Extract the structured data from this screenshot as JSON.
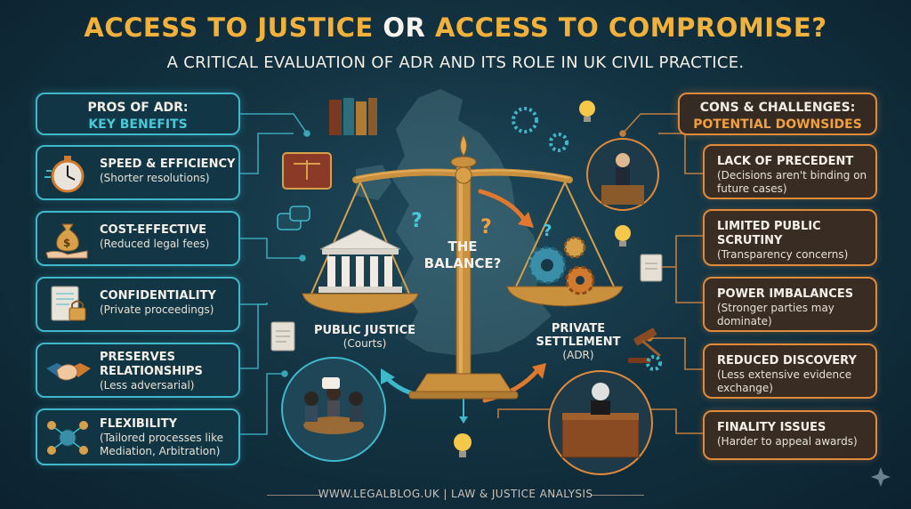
{
  "header": {
    "title_part1": "ACCESS TO JUSTICE",
    "title_mid": "OR",
    "title_part2": "ACCESS TO COMPROMISE?",
    "subtitle": "A CRITICAL EVALUATION OF ADR AND ITS ROLE IN UK CIVIL PRACTICE."
  },
  "pros": {
    "heading_line1": "PROS OF ADR:",
    "heading_line2": "KEY BENEFITS",
    "items": [
      {
        "title": "SPEED & EFFICIENCY",
        "desc": "(Shorter resolutions)",
        "icon": "stopwatch-icon"
      },
      {
        "title": "COST-EFFECTIVE",
        "desc": "(Reduced legal fees)",
        "icon": "money-bag-icon"
      },
      {
        "title": "CONFIDENTIALITY",
        "desc": "(Private proceedings)",
        "icon": "locked-document-icon"
      },
      {
        "title": "PRESERVES RELATIONSHIPS",
        "desc": "(Less adversarial)",
        "icon": "handshake-icon"
      },
      {
        "title": "FLEXIBILITY",
        "desc": "(Tailored processes like Mediation, Arbitration)",
        "icon": "network-people-icon"
      }
    ]
  },
  "cons": {
    "heading_line1": "CONS & CHALLENGES:",
    "heading_line2": "POTENTIAL DOWNSIDES",
    "items": [
      {
        "title": "LACK OF PRECEDENT",
        "desc": "(Decisions aren't binding on future cases)"
      },
      {
        "title": "LIMITED PUBLIC SCRUTINY",
        "desc": "(Transparency concerns)"
      },
      {
        "title": "POWER IMBALANCES",
        "desc": "(Stronger parties may dominate)"
      },
      {
        "title": "REDUCED DISCOVERY",
        "desc": "(Less extensive evidence exchange)"
      },
      {
        "title": "FINALITY ISSUES",
        "desc": "(Harder to appeal awards)"
      }
    ]
  },
  "center": {
    "balance_line1": "THE",
    "balance_line2": "BALANCE?",
    "public_title": "PUBLIC JUSTICE",
    "public_sub": "(Courts)",
    "private_title_line1": "PRIVATE",
    "private_title_line2": "SETTLEMENT",
    "private_sub": "(ADR)"
  },
  "footer": {
    "text": "WWW.LEGALBLOG.UK | LAW & JUSTICE ANALYSIS"
  },
  "colors": {
    "pros_accent": "#3fb9c9",
    "cons_accent": "#e08a3a",
    "title_gold": "#f2b13a",
    "scale_gold": "#d9a04a"
  }
}
